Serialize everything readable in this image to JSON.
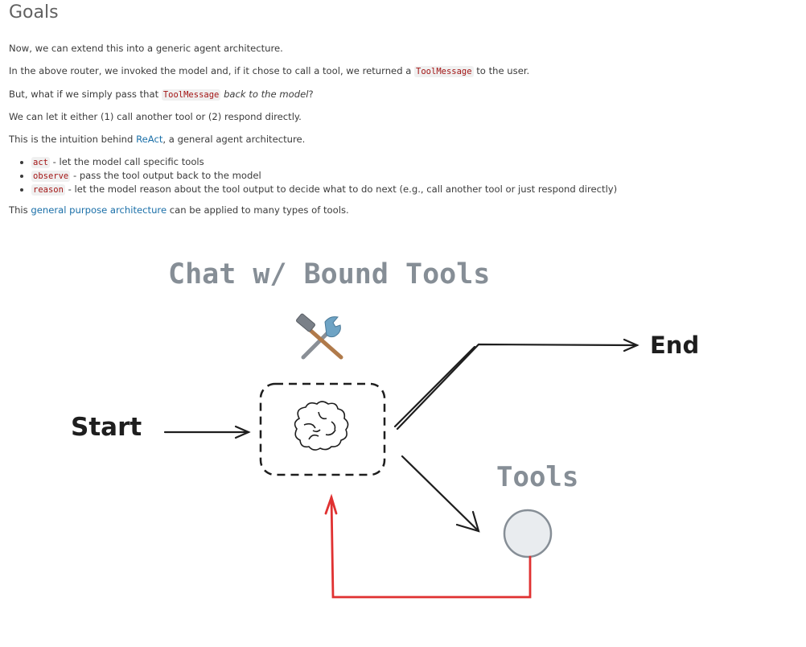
{
  "heading": "Goals",
  "paragraphs": {
    "p1": "Now, we can extend this into a generic agent architecture.",
    "p2_pre": "In the above router, we invoked the model and, if it chose to call a tool, we returned a ",
    "p2_code": "ToolMessage",
    "p2_post": " to the user.",
    "p3_pre": "But, what if we simply pass that ",
    "p3_code": "ToolMessage",
    "p3_em": "back to the model",
    "p3_post": "?",
    "p4": "We can let it either (1) call another tool or (2) respond directly.",
    "p5_pre": "This is the intuition behind ",
    "p5_link": "ReAct",
    "p5_post": ", a general agent architecture.",
    "p6_pre": "This ",
    "p6_link": "general purpose architecture",
    "p6_post": " can be applied to many types of tools."
  },
  "bullets": [
    {
      "code": "act",
      "text": " - let the model call specific tools"
    },
    {
      "code": "observe",
      "text": " - pass the tool output back to the model"
    },
    {
      "code": "reason",
      "text": " - let the model reason about the tool output to decide what to do next (e.g., call another tool or just respond directly)"
    }
  ],
  "diagram": {
    "title": "Chat w/ Bound Tools",
    "start_label": "Start",
    "end_label": "End",
    "tools_label": "Tools",
    "tools_emoji_icon": "hammer-and-wrench-icon",
    "node_icon": "brain-icon",
    "colors": {
      "label_gray": "#868e96",
      "stroke": "#1e1e1e",
      "loop_red": "#e03131",
      "tool_node_fill": "#e9ecef"
    }
  }
}
